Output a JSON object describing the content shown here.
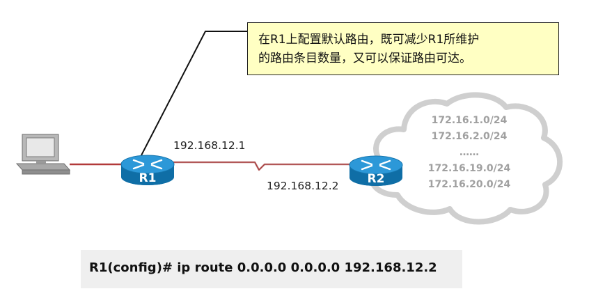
{
  "callout": {
    "line1": "在R1上配置默认路由，既可减少R1所维护",
    "line2": "的路由条目数量，又可以保证路由可达。"
  },
  "routers": {
    "r1": {
      "label": "R1"
    },
    "r2": {
      "label": "R2"
    }
  },
  "links": {
    "r1_ip": "192.168.12.1",
    "r2_ip": "192.168.12.2"
  },
  "cloud": {
    "routes": [
      "172.16.1.0/24",
      "172.16.2.0/24",
      "……",
      "172.16.19.0/24",
      "172.16.20.0/24"
    ]
  },
  "command": {
    "text": "R1(config)# ip route 0.0.0.0 0.0.0.0 192.168.12.2"
  },
  "colors": {
    "router_blue": "#1787c7",
    "link_red": "#b23a3a",
    "cloud_gray": "#cfcfcf",
    "callout_fill": "#ffffc3"
  },
  "icons": {
    "pc": "desktop-computer-icon",
    "router": "router-icon",
    "cloud": "cloud-icon"
  }
}
